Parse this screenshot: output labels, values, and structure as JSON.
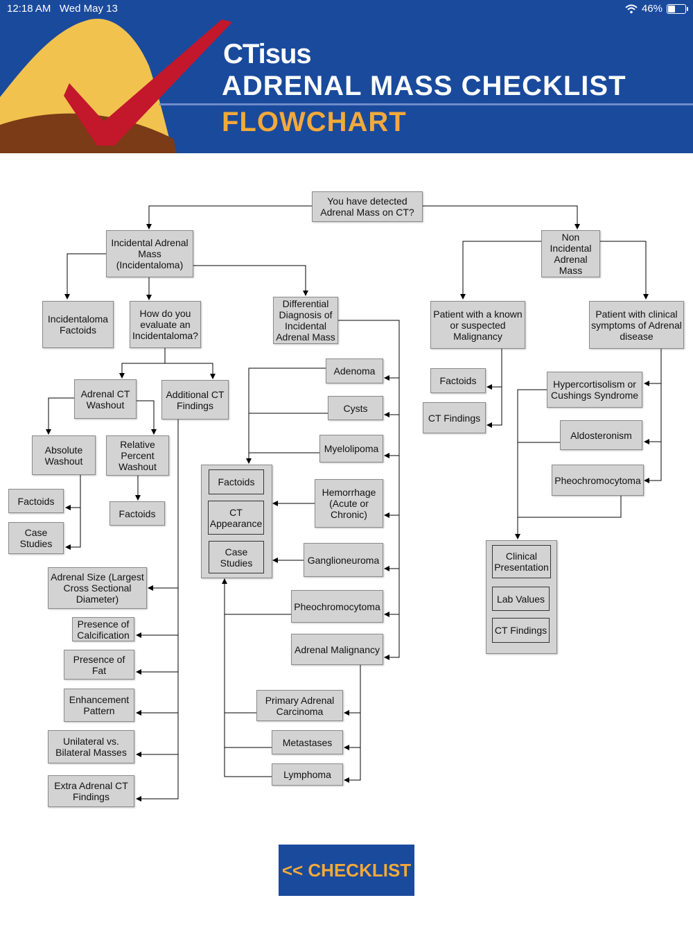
{
  "status_bar": {
    "time": "12:18 AM",
    "date": "Wed May 13",
    "battery": "46%",
    "battery_level": 0.46
  },
  "header": {
    "logo": "CTisus",
    "title": "ADRENAL MASS CHECKLIST",
    "subtitle": "FLOWCHART"
  },
  "flowchart": {
    "root": "You have detected\nAdrenal Mass on CT?",
    "incidental": "Incidental Adrenal\nMass\n(Incidentaloma)",
    "non_incidental": "Non\nIncidental\nAdrenal\nMass",
    "incidentaloma_factoids": "Incidentaloma\nFactoids",
    "how_evaluate": "How do you\nevaluate an\nIncidentaloma?",
    "differential": "Differential\nDiagnosis of\nIncidental\nAdrenal Mass",
    "adrenal_ct_washout": "Adrenal CT\nWashout",
    "additional_ct_findings": "Additional CT\nFindings",
    "absolute_washout": "Absolute\nWashout",
    "relative_washout": "Relative\nPercent\nWashout",
    "factoids": "Factoids",
    "case_studies": "Case\nStudies",
    "factoids_relative": "Factoids",
    "ct_findings_list": [
      "Adrenal Size (Largest\nCross Sectional\nDiameter)",
      "Presence of\nCalcification",
      "Presence of Fat",
      "Enhancement\nPattern",
      "Unilateral vs.\nBilateral Masses",
      "Extra Adrenal CT\nFindings"
    ],
    "differential_list": [
      "Adenoma",
      "Cysts",
      "Myelolipoma",
      "Hemorrhage\n(Acute or\nChronic)",
      "Ganglioneuroma",
      "Pheochromocytoma",
      "Adrenal Malignancy"
    ],
    "info_group": [
      "Factoids",
      "CT\nAppearance",
      "Case\nStudies"
    ],
    "malignancy_list": [
      "Primary Adrenal\nCarcinoma",
      "Metastases",
      "Lymphoma"
    ],
    "known_malignancy": "Patient with a known\nor suspected\nMalignancy",
    "malignancy_factoids": "Factoids",
    "malignancy_ct_findings": "CT Findings",
    "clinical_symptoms": "Patient with clinical\nsymptoms of Adrenal\ndisease",
    "clinical_list": [
      "Hypercortisolism or\nCushings Syndrome",
      "Aldosteronism",
      "Pheochromocytoma"
    ],
    "clinical_group": [
      "Clinical\nPresentation",
      "Lab Values",
      "CT Findings"
    ]
  },
  "checklist_button": "<< CHECKLIST",
  "colors": {
    "header_blue": "#1a4a9c",
    "accent_orange": "#f3a93a",
    "box_gray": "#d3d3d3"
  }
}
